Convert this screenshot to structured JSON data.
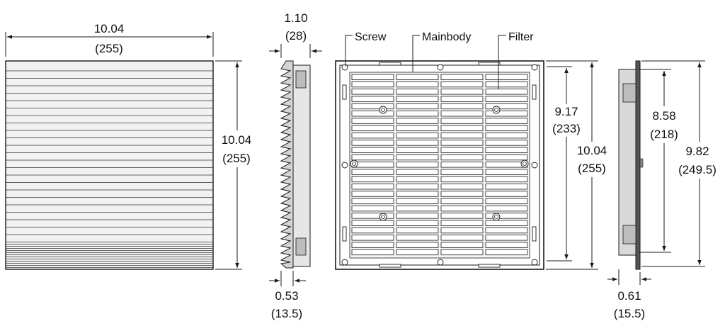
{
  "diagram": {
    "front_view": {
      "width": {
        "in": "10.04",
        "mm": "(255)"
      },
      "height": {
        "in": "10.04",
        "mm": "(255)"
      }
    },
    "side_view_left": {
      "depth": {
        "in": "1.10",
        "mm": "(28)"
      },
      "lip": {
        "in": "0.53",
        "mm": "(13.5)"
      }
    },
    "rear_view": {
      "labels": {
        "screw": "Screw",
        "mainbody": "Mainbody",
        "filter": "Filter"
      },
      "inner_height": {
        "in": "9.17",
        "mm": "(233)"
      },
      "outer_height": {
        "in": "10.04",
        "mm": "(255)"
      }
    },
    "side_view_right": {
      "cutout_height": {
        "in": "8.58",
        "mm": "(218)"
      },
      "overall_height": {
        "in": "9.82",
        "mm": "(249.5)"
      },
      "depth": {
        "in": "0.61",
        "mm": "(15.5)"
      }
    }
  },
  "colors": {
    "line": "#1a1a1a",
    "body": "#d4d4d4",
    "panel": "#e6e6e6"
  }
}
